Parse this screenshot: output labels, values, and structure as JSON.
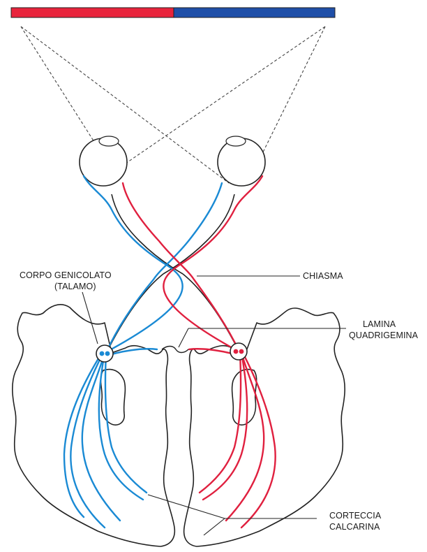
{
  "colors": {
    "left_field": "#e8243c",
    "right_field": "#1f4fa8",
    "left_fibers": "#1a8ad4",
    "right_fibers": "#e0203f",
    "outline": "#222222"
  },
  "labels": {
    "lgn": [
      "CORPO GENICOLATO",
      "(TALAMO)"
    ],
    "chiasm": "CHIASMA",
    "quadrigeminal": [
      "LAMINA",
      "QUADRIGEMINA"
    ],
    "calcarine": [
      "CORTECCIA",
      "CALCARINA"
    ]
  },
  "icons": {
    "left_eye": "eyeball-icon",
    "right_eye": "eyeball-icon",
    "left_nucleus": "lateral-geniculate-nucleus-icon",
    "right_nucleus": "lateral-geniculate-nucleus-icon"
  }
}
